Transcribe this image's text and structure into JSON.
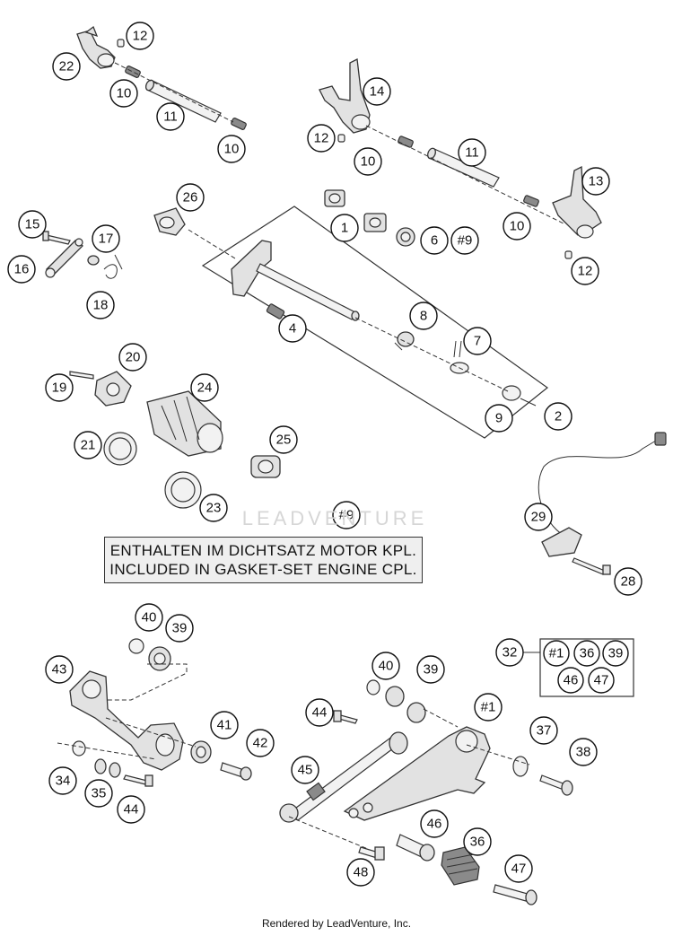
{
  "callouts": {
    "c12a": "12",
    "c22": "22",
    "c10a": "10",
    "c11a": "11",
    "c10b": "10",
    "c14": "14",
    "c12b": "12",
    "c10c": "10",
    "c11b": "11",
    "c13": "13",
    "c10d": "10",
    "c12c": "12",
    "c26": "26",
    "c1": "1",
    "c6": "6",
    "c9hash": "#9",
    "c15": "15",
    "c17": "17",
    "c16": "16",
    "c18": "18",
    "c4": "4",
    "c8": "8",
    "c7": "7",
    "c9": "9",
    "c2": "2",
    "c20": "20",
    "c19": "19",
    "c24": "24",
    "c21": "21",
    "c25": "25",
    "c23": "23",
    "c9note": "#9",
    "c29": "29",
    "c28": "28",
    "c40a": "40",
    "c39a": "39",
    "c43": "43",
    "c41": "41",
    "c42": "42",
    "c34": "34",
    "c35": "35",
    "c44a": "44",
    "c32": "32",
    "k1": "#1",
    "k36": "36",
    "k39": "39",
    "k46": "46",
    "k47": "47",
    "c40b": "40",
    "c39b": "39",
    "c44b": "44",
    "c1hash": "#1",
    "c37": "37",
    "c38": "38",
    "c45": "45",
    "c46": "46",
    "c36": "36",
    "c48": "48",
    "c47": "47"
  },
  "note": {
    "line1": "ENTHALTEN IM DICHTSATZ MOTOR KPL.",
    "line2": "INCLUDED IN GASKET-SET ENGINE CPL."
  },
  "watermark": "LEADVENTURE",
  "footer": "Rendered by LeadVenture, Inc."
}
